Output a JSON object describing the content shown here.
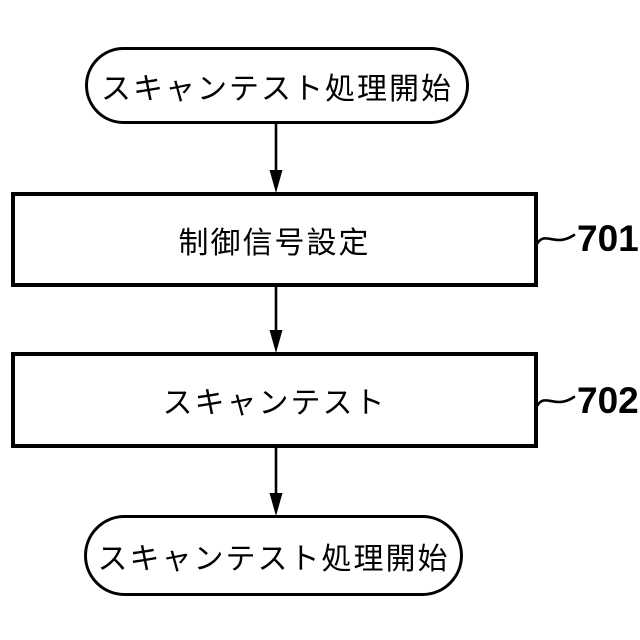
{
  "figure": {
    "type": "flowchart",
    "background_color": "#ffffff",
    "line_color": "#000000",
    "nodes": [
      {
        "id": "start",
        "shape": "terminal",
        "label": "スキャンテスト処理開始"
      },
      {
        "id": "step-701",
        "shape": "process",
        "label": "制御信号設定",
        "ref_number": "701"
      },
      {
        "id": "step-702",
        "shape": "process",
        "label": "スキャンテスト",
        "ref_number": "702"
      },
      {
        "id": "end",
        "shape": "terminal",
        "label": "スキャンテスト処理開始"
      }
    ],
    "connectors": [
      {
        "from": "start",
        "to": "step-701",
        "style": "arrow-down"
      },
      {
        "from": "step-701",
        "to": "step-702",
        "style": "arrow-down"
      },
      {
        "from": "step-702",
        "to": "end",
        "style": "arrow-down"
      }
    ]
  }
}
